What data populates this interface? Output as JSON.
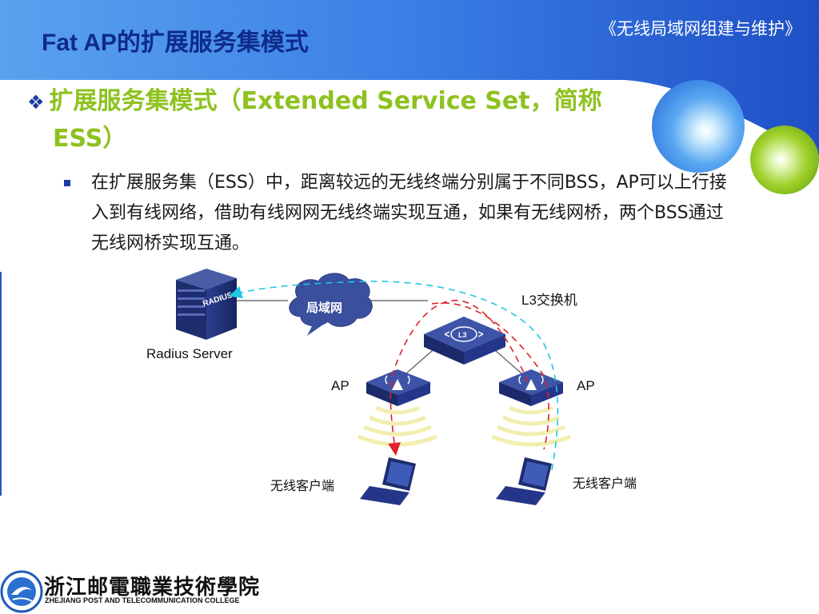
{
  "slide": {
    "title": "Fat AP的扩展服务集模式",
    "course": "《无线局域网组建与维护》"
  },
  "content": {
    "heading_line1": "扩展服务集模式（Extended Service Set，简称",
    "heading_line2": "ESS）",
    "paragraph": "在扩展服务集（ESS）中，距离较远的无线终端分别属于不同BSS，AP可以上行接入到有线网络，借助有线网网无线终端实现互通，如果有无线网桥，两个BSS通过无线网桥实现互通。"
  },
  "diagram": {
    "server_badge": "RADIUS",
    "server_label": "Radius Server",
    "cloud_label": "局域网",
    "switch_label": "L3交换机",
    "switch_badge": "L3",
    "ap_left_label": "AP",
    "ap_right_label": "AP",
    "client_left_label": "无线客户端",
    "client_right_label": "无线客户端"
  },
  "footer": {
    "college_cn": "浙江邮電職業技術學院",
    "college_en": "ZHEJIANG POST AND TELECOMMUNICATION COLLEGE"
  },
  "colors": {
    "header_blue": "#2a60d8",
    "title_navy": "#0f2b8c",
    "heading_green": "#8ec21f",
    "path_red": "#e0202a",
    "path_cyan": "#20c8e0"
  },
  "icons": [
    "bullet-diamond-icon",
    "server-icon",
    "cloud-icon",
    "switch-icon",
    "access-point-icon",
    "laptop-icon",
    "college-logo-icon"
  ]
}
